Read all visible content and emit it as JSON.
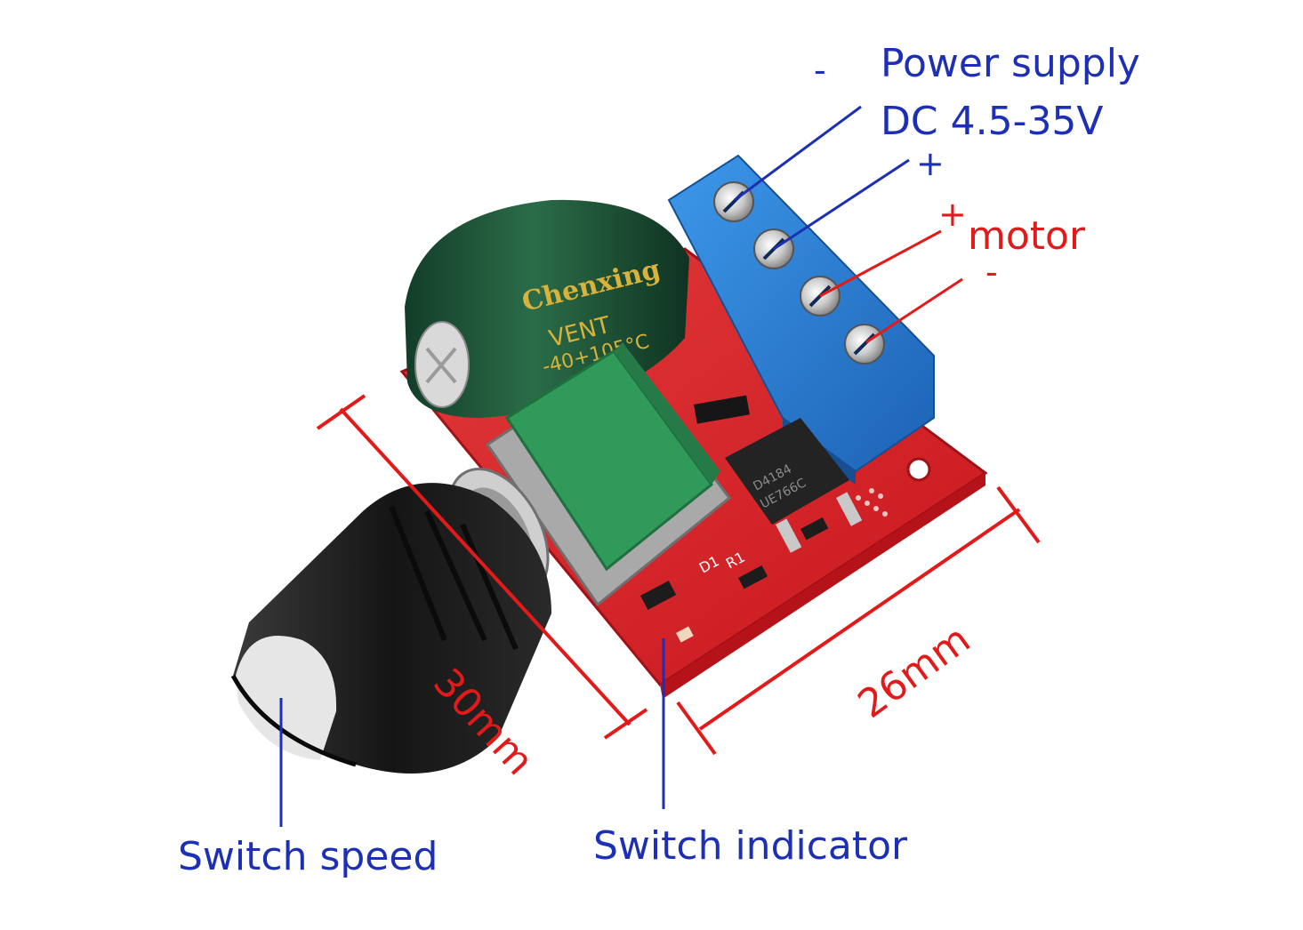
{
  "labels": {
    "power_supply_line1": "Power supply",
    "power_supply_line2": "DC 4.5-35V",
    "power_minus": "-",
    "power_plus": "+",
    "motor": "motor",
    "motor_plus": "+",
    "motor_minus": "-",
    "switch_speed": "Switch speed",
    "switch_indicator": "Switch indicator",
    "dim_30mm": "30mm",
    "dim_26mm": "26mm"
  },
  "component_marks": {
    "capacitor_brand": "Chenxing",
    "capacitor_vent": "VENT",
    "capacitor_temp": "-40+105°C",
    "mosfet_code_1": "D4184",
    "mosfet_code_2": "UE766C",
    "silk_d1": "D1",
    "silk_r1": "R1"
  },
  "colors": {
    "callout_blue": "#1d2fb4",
    "dimension_red": "#e21a1a",
    "pcb_red": "#d9202a",
    "terminal_blue": "#2a7fd6",
    "capacitor_green": "#1f5a3c",
    "pot_green": "#2f9a5a",
    "knob_black": "#1c1c1c"
  }
}
